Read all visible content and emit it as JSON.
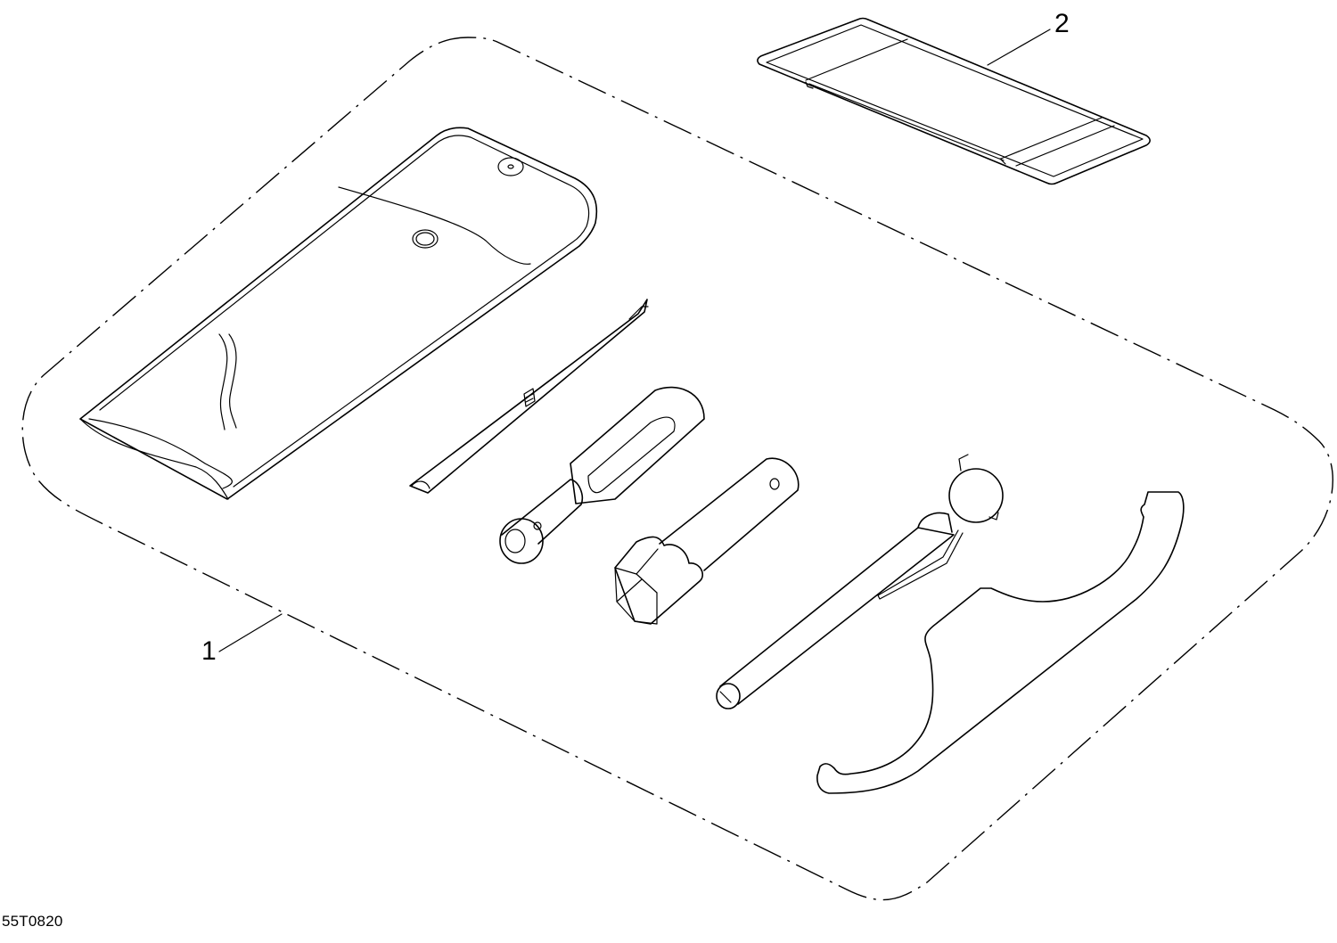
{
  "diagram": {
    "type": "exploded-parts-illustration",
    "figure_id": "55T0820",
    "callouts": [
      {
        "number": "1",
        "target": "tool-kit-assembly"
      },
      {
        "number": "2",
        "target": "tool-kit-pouch-frame"
      }
    ],
    "parts": [
      {
        "callout": "1",
        "name": "tool-kit (dashed outline group)",
        "items": [
          "tool-pouch",
          "screwdriver-bit",
          "socket-handle",
          "spark-plug-socket-wrench",
          "extension-bar-with-ball-end",
          "spanner-hook-wrench"
        ]
      },
      {
        "callout": "2",
        "name": "tool-kit-frame / strap"
      }
    ],
    "colors": {
      "line": "#000000",
      "background": "#ffffff"
    }
  }
}
